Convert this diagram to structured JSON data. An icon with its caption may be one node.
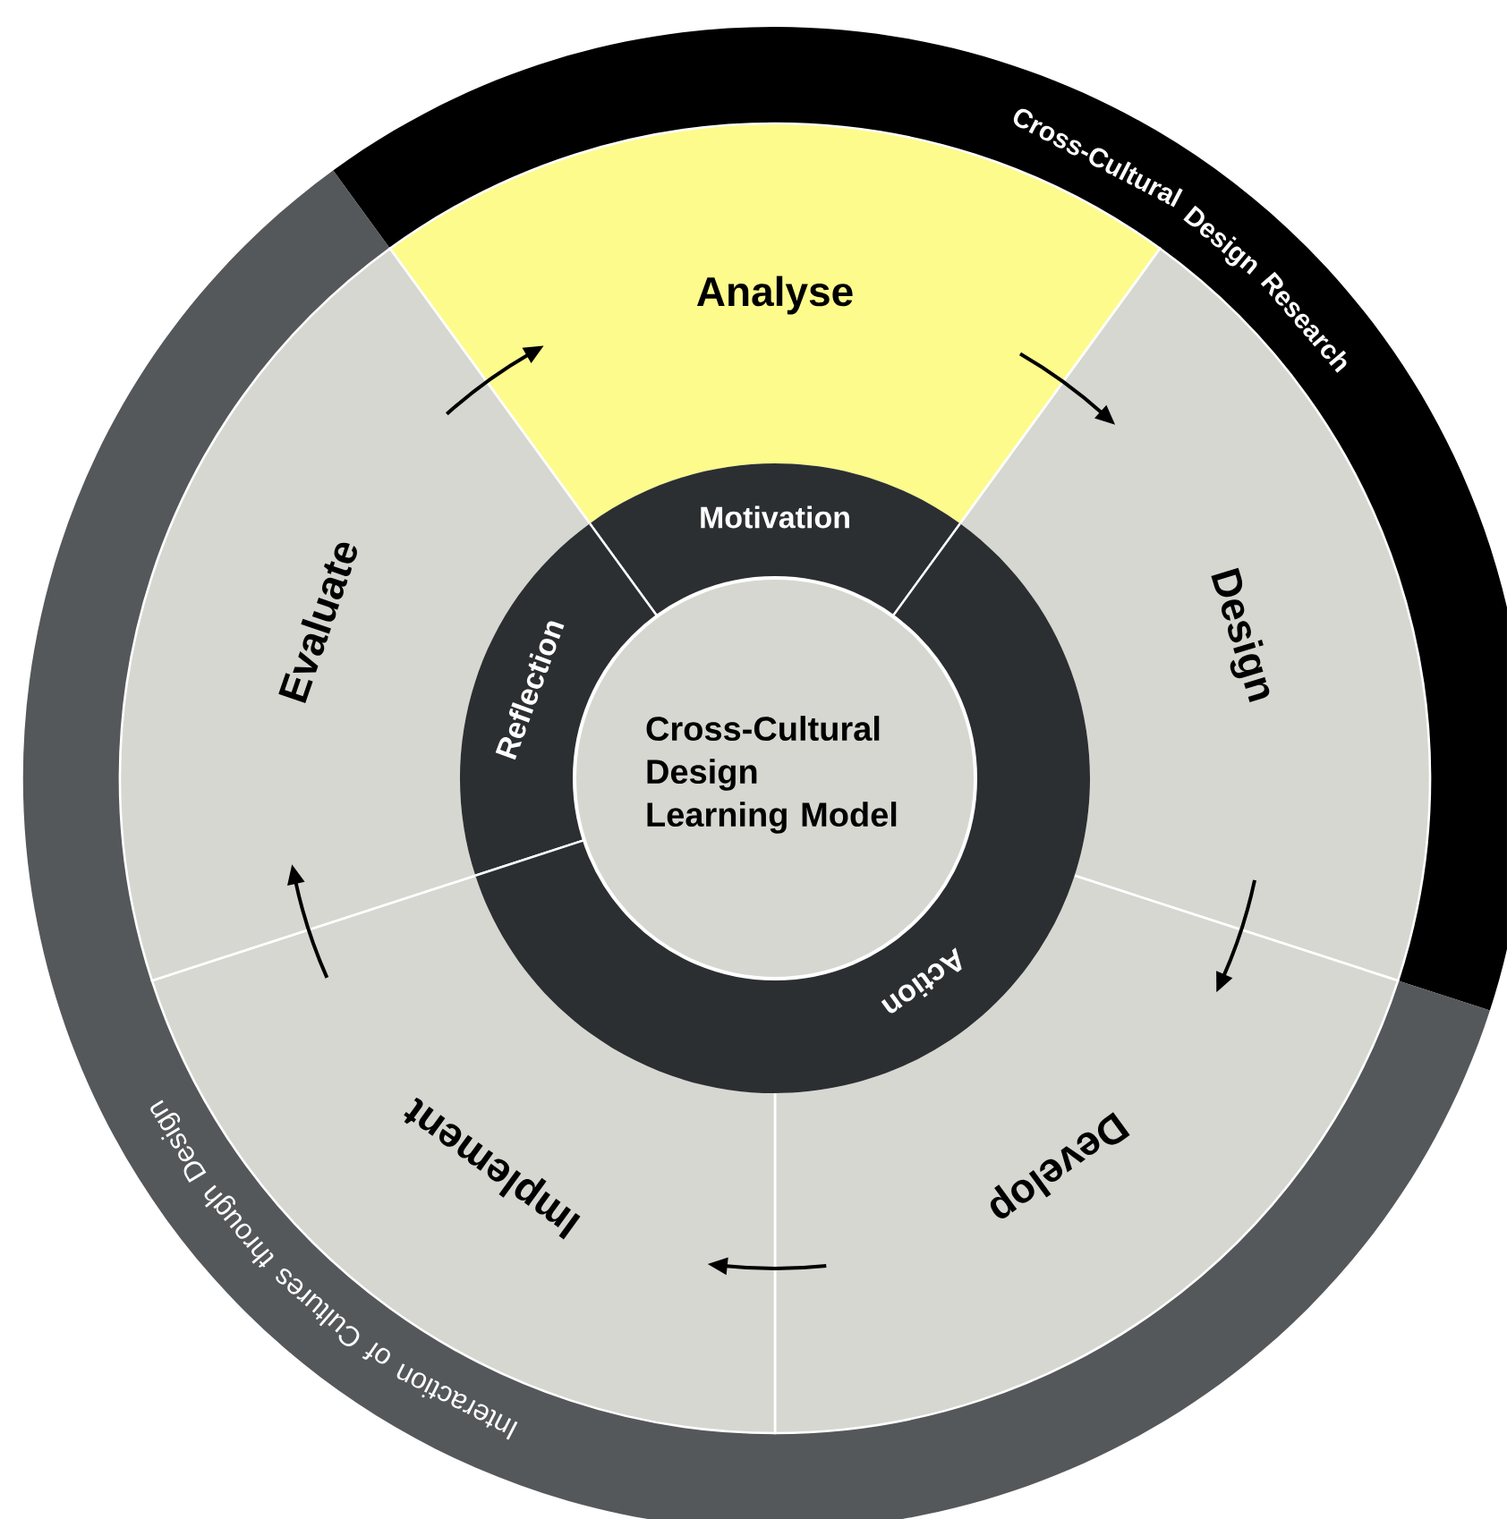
{
  "diagram": {
    "nodes": [
      {
        "text": [
          "Cross-Cultural Design Research"
        ]
      },
      {
        "text": [
          "Interaction of Cultures through Design"
        ]
      },
      {
        "text": [
          "Analyse"
        ]
      },
      {
        "text": [
          "Design"
        ]
      },
      {
        "text": [
          "Develop"
        ]
      },
      {
        "text": [
          "Implement"
        ]
      },
      {
        "text": [
          "Evaluate"
        ]
      },
      {
        "text": [
          "Motivation"
        ]
      },
      {
        "text": [
          "Reflection"
        ]
      },
      {
        "text": [
          "Action"
        ]
      },
      {
        "text": [
          "Cross-Cultural Design Learning Model"
        ]
      }
    ],
    "edges": [
      {
        "from": 6,
        "to": 2,
        "arrow": "to"
      },
      {
        "from": 2,
        "to": 3,
        "arrow": "to"
      },
      {
        "from": 3,
        "to": 4,
        "arrow": "to"
      },
      {
        "from": 4,
        "to": 5,
        "arrow": "to"
      },
      {
        "from": 5,
        "to": 6,
        "arrow": "to"
      }
    ]
  }
}
